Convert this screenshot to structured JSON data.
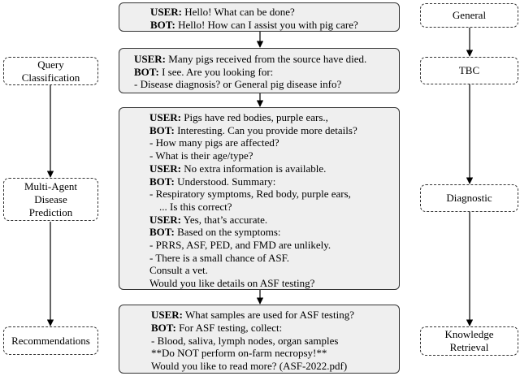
{
  "left_column": [
    {
      "id": "query-classification",
      "lines": [
        "Query",
        "Classification"
      ]
    },
    {
      "id": "multi-agent-disease-prediction",
      "lines": [
        "Multi-Agent",
        "Disease",
        "Prediction"
      ]
    },
    {
      "id": "recommendations",
      "lines": [
        "Recommendations"
      ]
    }
  ],
  "right_column": [
    {
      "id": "general",
      "lines": [
        "General"
      ]
    },
    {
      "id": "tbc",
      "lines": [
        "TBC"
      ]
    },
    {
      "id": "diagnostic",
      "lines": [
        "Diagnostic"
      ]
    },
    {
      "id": "knowledge-retrieval",
      "lines": [
        "Knowledge",
        "Retrieval"
      ]
    }
  ],
  "dialogues": [
    {
      "id": "greeting",
      "lines": [
        {
          "speaker": "USER:",
          "text": " Hello! What can be done?"
        },
        {
          "speaker": "BOT:",
          "text": " Hello! How can I assist you with pig care?"
        }
      ]
    },
    {
      "id": "classification",
      "lines": [
        {
          "speaker": "USER:",
          "text": " Many pigs received from the source have died."
        },
        {
          "speaker": "BOT:",
          "text": " I see. Are you looking for:"
        },
        {
          "speaker": "",
          "text": "- Disease diagnosis? or General pig disease info?"
        }
      ]
    },
    {
      "id": "diagnosis",
      "lines": [
        {
          "speaker": "USER:",
          "text": " Pigs have red bodies, purple ears.,"
        },
        {
          "speaker": "BOT:",
          "text": " Interesting. Can you provide more details?"
        },
        {
          "speaker": "",
          "text": "- How many pigs are affected?"
        },
        {
          "speaker": "",
          "text": "- What is their age/type?"
        },
        {
          "speaker": "USER:",
          "text": " No extra information is available."
        },
        {
          "speaker": "BOT:",
          "text": " Understood. Summary:"
        },
        {
          "speaker": "",
          "text": "- Respiratory symptoms, Red body, purple ears,"
        },
        {
          "speaker": "",
          "text": "... Is this correct?"
        },
        {
          "speaker": "USER:",
          "text": " Yes, that’s accurate."
        },
        {
          "speaker": "BOT:",
          "text": " Based on the symptoms:"
        },
        {
          "speaker": "",
          "text": "- PRRS, ASF, PED, and FMD are unlikely."
        },
        {
          "speaker": "",
          "text": "- There is a small chance of ASF."
        },
        {
          "speaker": "",
          "text": "Consult a vet."
        },
        {
          "speaker": "",
          "text": "Would you like details on ASF testing?"
        }
      ]
    },
    {
      "id": "retrieval",
      "lines": [
        {
          "speaker": "USER:",
          "text": " What samples are used for ASF testing?"
        },
        {
          "speaker": "BOT:",
          "text": " For ASF testing, collect:"
        },
        {
          "speaker": "",
          "text": "- Blood, saliva, lymph nodes, organ samples"
        },
        {
          "speaker": "",
          "text": "**Do NOT perform on-farm necropsy!**"
        },
        {
          "speaker": "",
          "text": "Would you like to read more? (ASF-2022.pdf)"
        }
      ]
    }
  ]
}
